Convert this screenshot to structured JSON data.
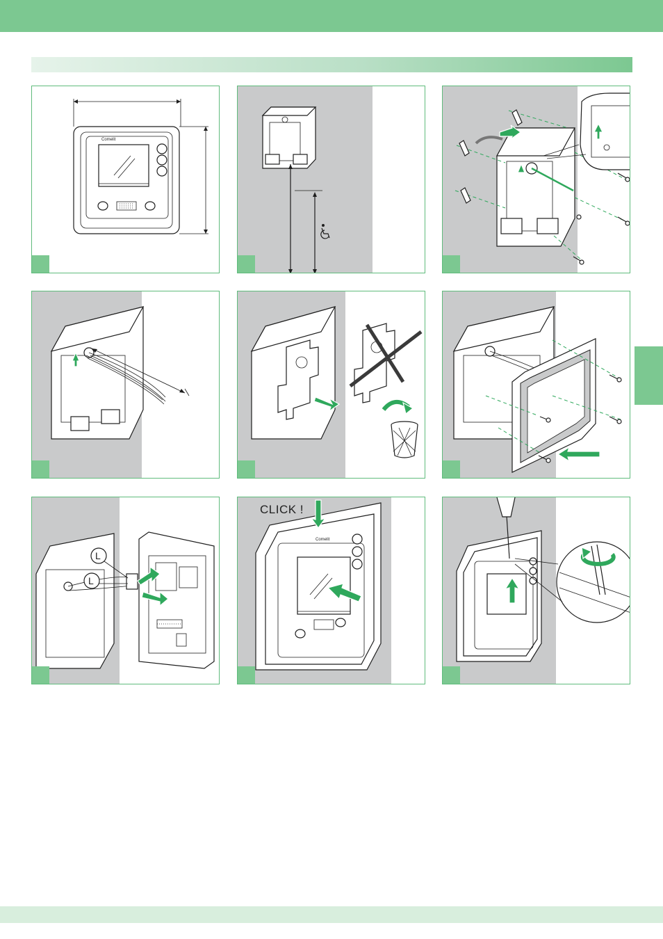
{
  "colors": {
    "accent": "#7cc891",
    "panel_border": "#5fbb7c",
    "arrow": "#2fa85c",
    "wall": "#c9cacb"
  },
  "device": {
    "brand": "Comelit"
  },
  "steps": [
    {
      "name": "dimensions-diagram"
    },
    {
      "name": "mounting-height"
    },
    {
      "name": "fix-box"
    },
    {
      "name": "cables-out"
    },
    {
      "name": "remove-cover"
    },
    {
      "name": "fix-bracket"
    },
    {
      "name": "connect-terminals",
      "labels": [
        "L",
        "L"
      ]
    },
    {
      "name": "click-in",
      "label": "CLICK !"
    },
    {
      "name": "release-screwdriver"
    }
  ]
}
